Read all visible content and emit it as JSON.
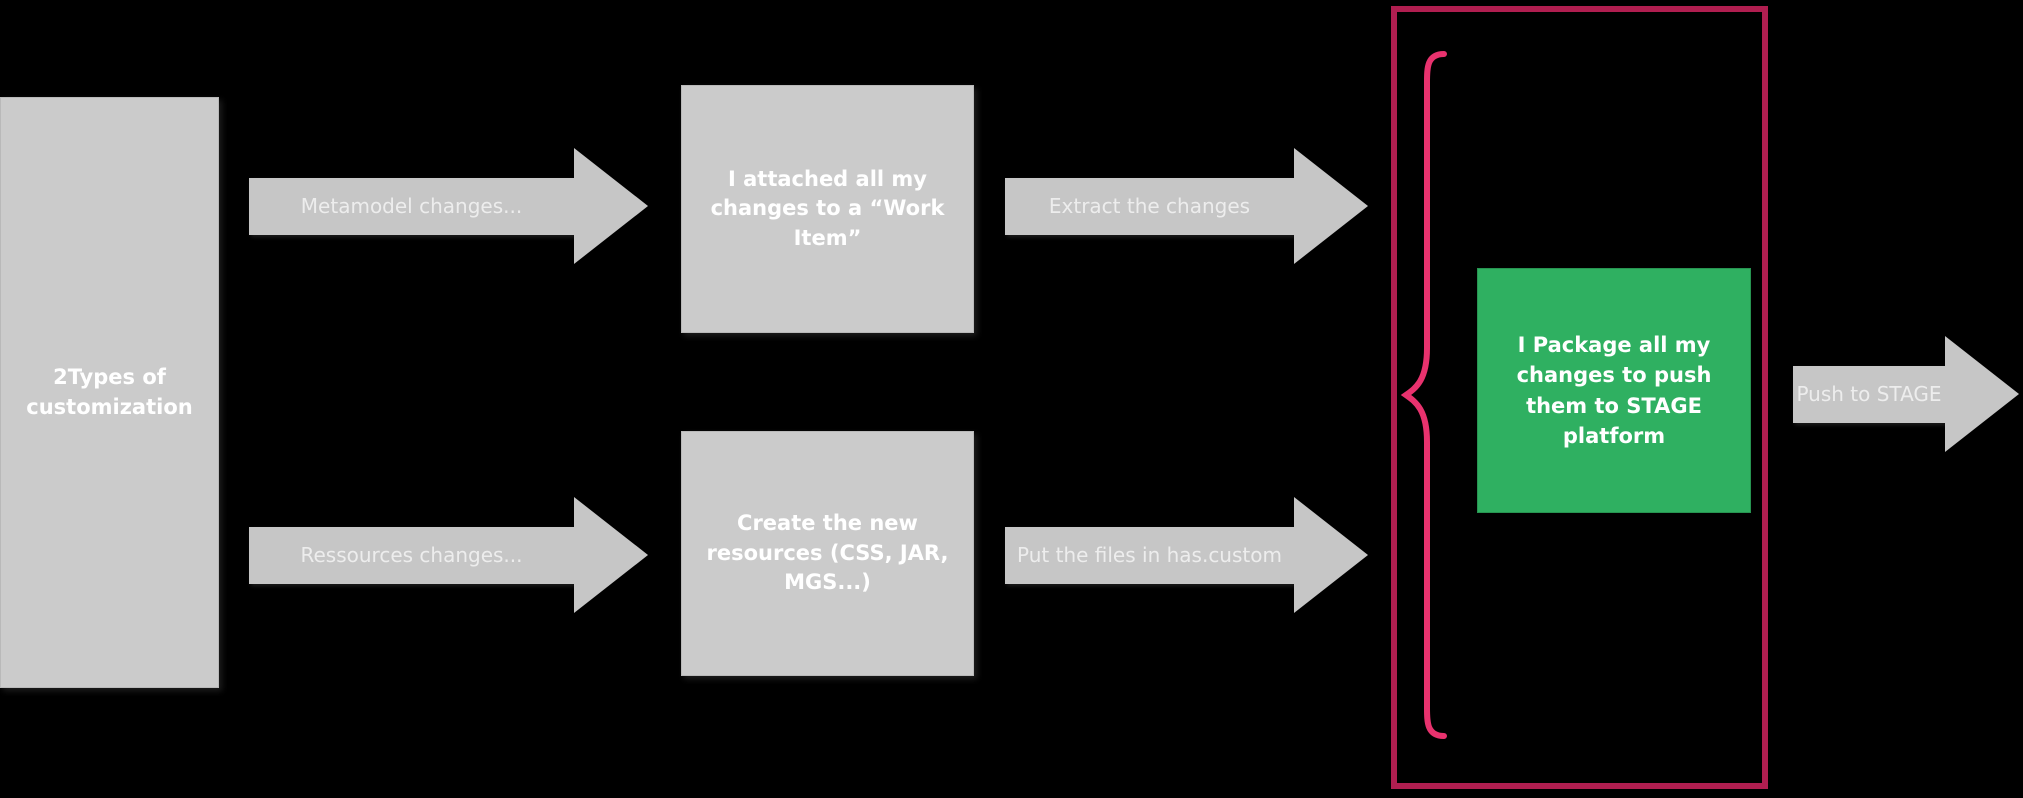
{
  "diagram": {
    "source_box": {
      "label": "2Types of customization"
    },
    "flows": [
      {
        "arrow1": "Metamodel changes...",
        "box": "I attached all my changes to a “Work Item”",
        "arrow2": "Extract the changes"
      },
      {
        "arrow1": "Ressources changes...",
        "box": "Create the new resources (CSS, JAR, MGS...)",
        "arrow2": "Put the files in has.custom"
      }
    ],
    "package_box": {
      "label": "I Package all my changes to push them to STAGE platform"
    },
    "push_arrow": {
      "label": "Push to STAGE"
    },
    "colors": {
      "background": "#000000",
      "shape_gray": "#cbcbcb",
      "arrow_gray": "#c6c6c6",
      "package_green": "#2fb061",
      "frame_crimson": "#b01e50",
      "brace_pink": "#e8326e",
      "text_white": "#ffffff"
    }
  }
}
